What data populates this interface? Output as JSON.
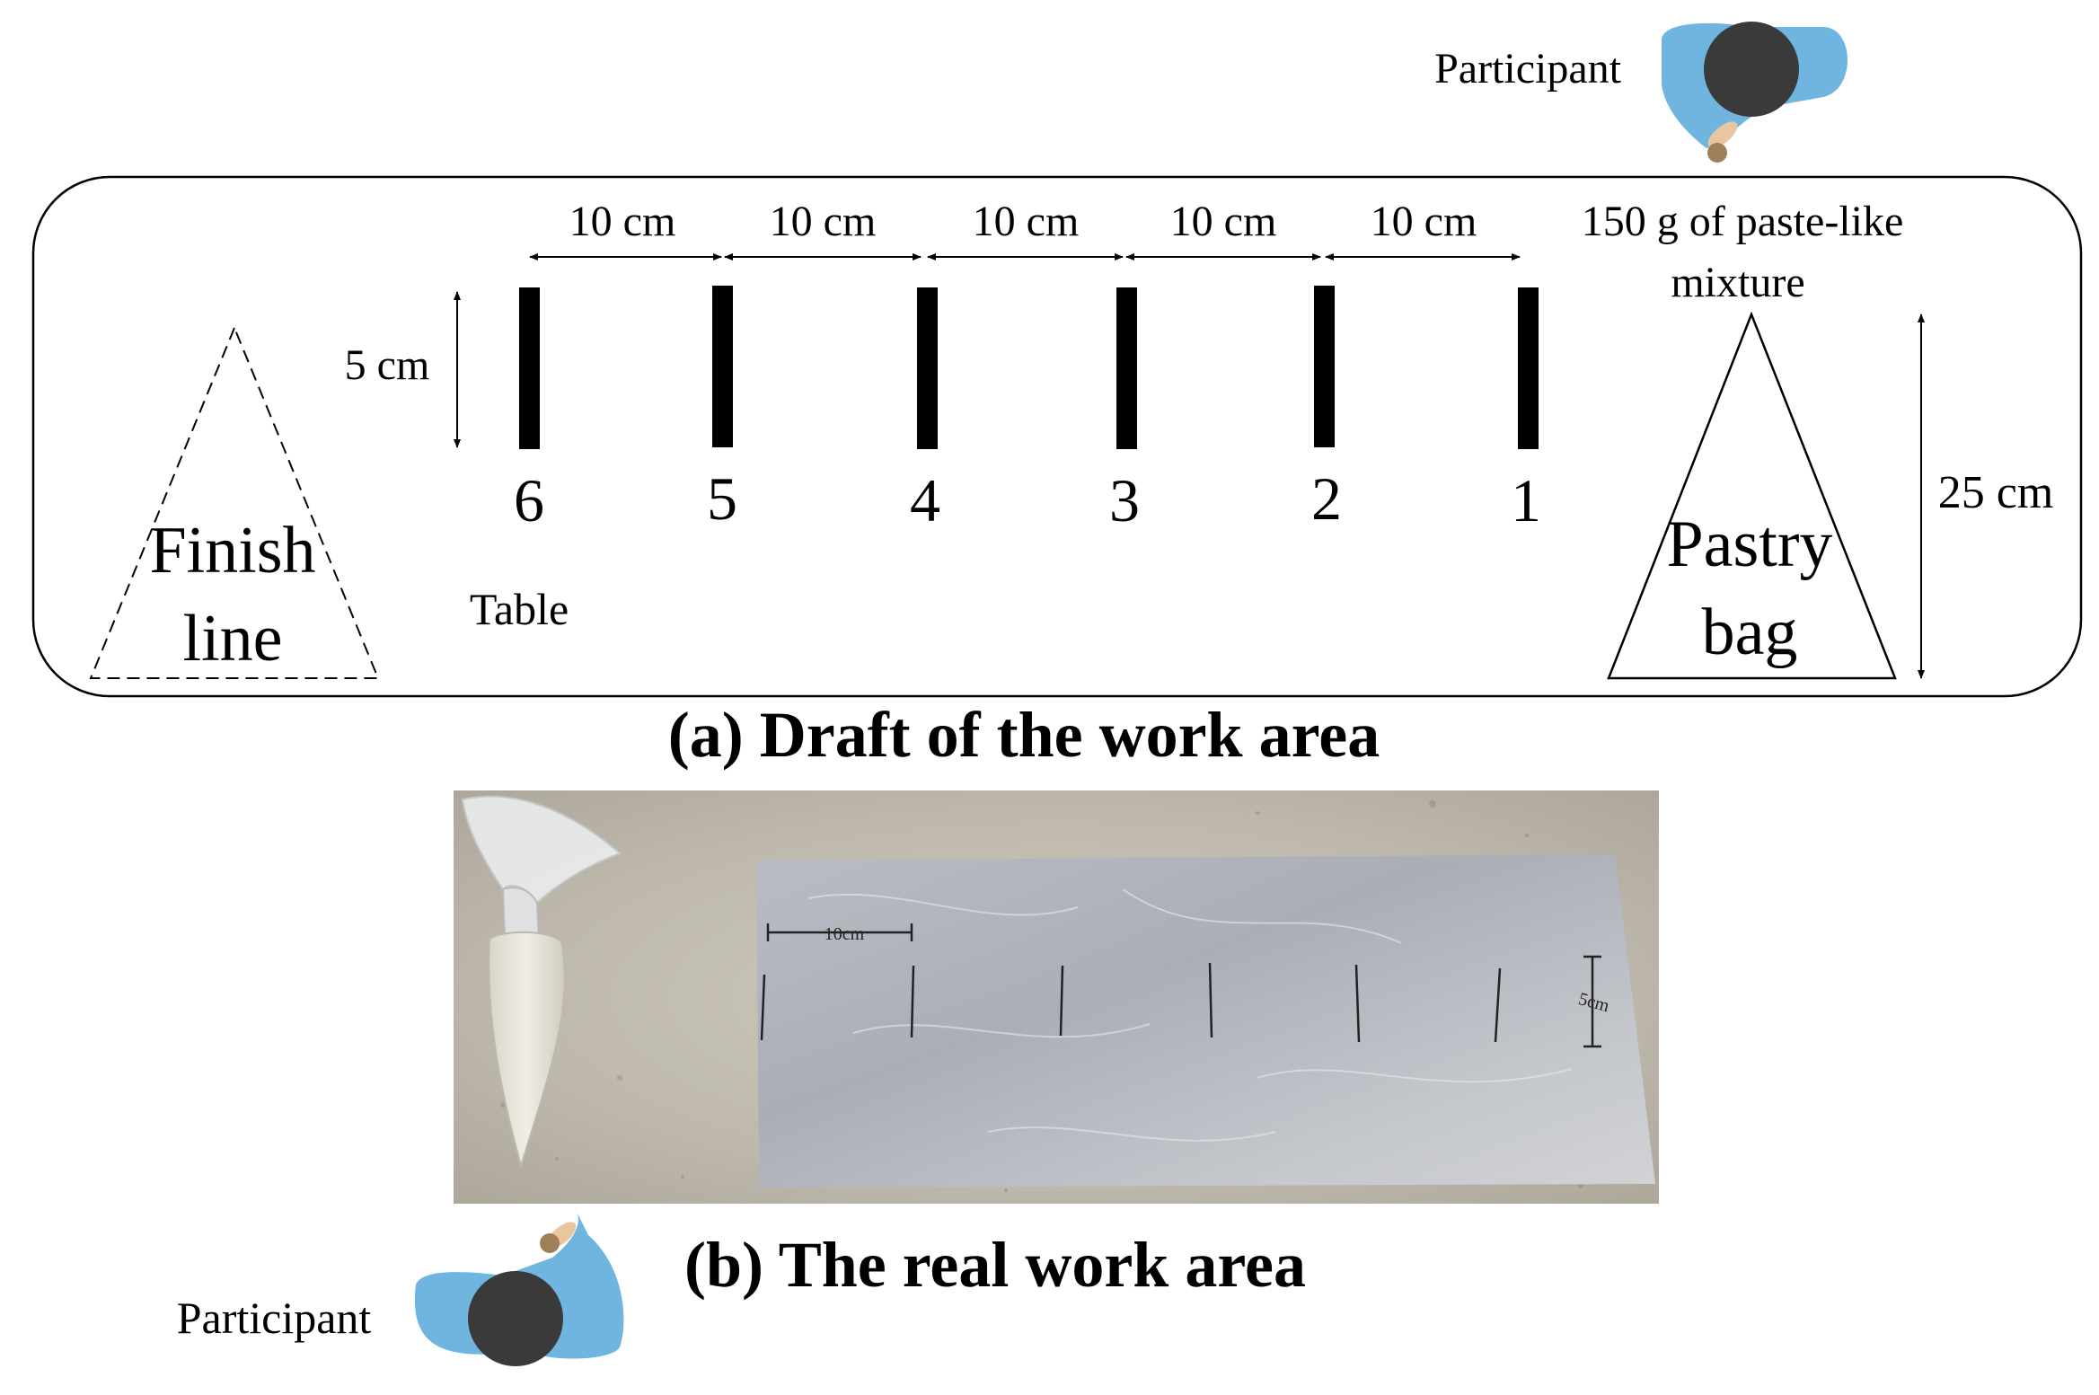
{
  "participant_top": {
    "label": "Participant",
    "colors": {
      "body": "#6fb5e0",
      "head": "#3a3a3a",
      "hand": "#a0805a"
    }
  },
  "draft": {
    "caption": "(a) Draft of the work area",
    "spacing_labels": [
      "10 cm",
      "10 cm",
      "10 cm",
      "10 cm",
      "10 cm"
    ],
    "mark_height_label": "5 cm",
    "marks": [
      "6",
      "5",
      "4",
      "3",
      "2",
      "1"
    ],
    "table_label": "Table",
    "finish_line": {
      "line1": "Finish",
      "line2": "line"
    },
    "pastry_bag": {
      "label_line1": "Pastry",
      "label_line2": "bag",
      "mixture_line1": "150 g of paste-like",
      "mixture_line2": "mixture",
      "length_label": "25 cm"
    }
  },
  "real": {
    "caption": "(b) The real work area",
    "photo_annotations": {
      "spacing": "10cm",
      "height": "5cm"
    }
  },
  "participant_bottom": {
    "label": "Participant",
    "colors": {
      "body": "#6fb5e0",
      "head": "#3a3a3a",
      "hand": "#a0805a"
    }
  }
}
